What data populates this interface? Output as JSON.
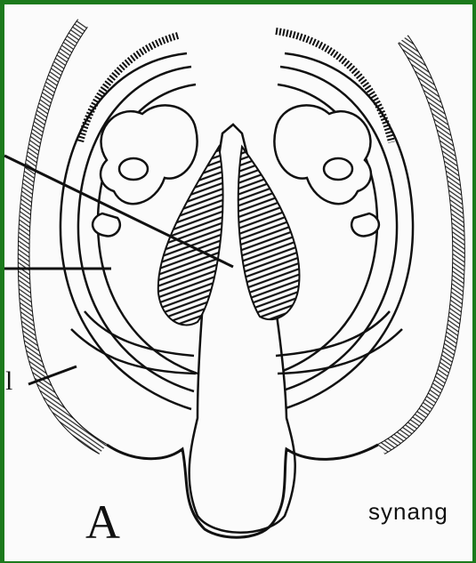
{
  "figure": {
    "letter": "A",
    "fragment_left": "l",
    "partial_label_right": "synang"
  },
  "colors": {
    "border": "#1c7a1c",
    "paper": "#fbfbfb",
    "ink": "#111111"
  }
}
